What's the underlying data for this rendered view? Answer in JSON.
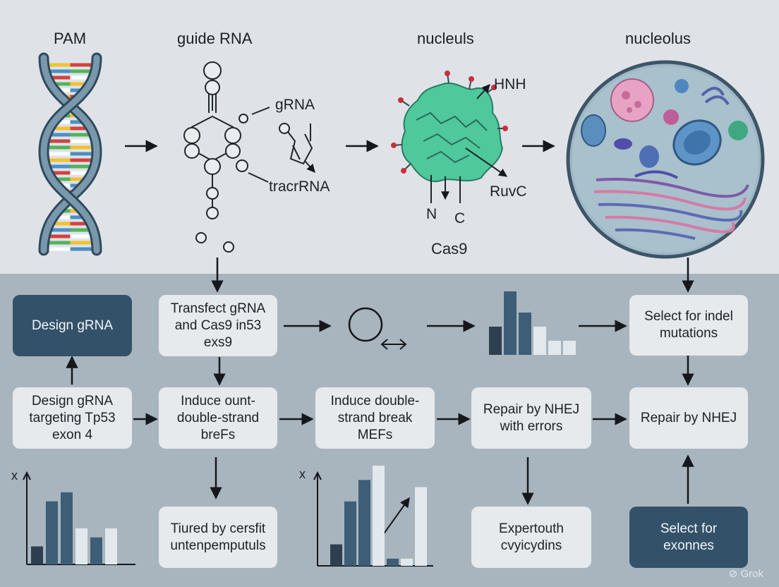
{
  "headers": {
    "pam": "PAM",
    "guide_rna": "guide RNA",
    "nucleus": "nucleuls",
    "nucleolus": "nucleolus"
  },
  "labels": {
    "grna": "gRNA",
    "tracrrna": "tracrRNA",
    "hnh": "HNH",
    "ruvc": "RuvC",
    "n": "N",
    "c": "C",
    "cas9": "Cas9"
  },
  "boxes": {
    "design_grna": "Design gRNA",
    "transfect": "Transfect gRNA\nand Cas9 in53\nexs9",
    "select_indel": "Select for indel\nmutations",
    "design_targeting": "Design gRNA\ntargeting Tp53\nexon 4",
    "induce_ount": "Induce ount-\ndouble-strand\nbreFs",
    "induce_break": "Induce double-\nstrand break\nMEFs",
    "repair_errors": "Repair by NHEJ\nwith errors",
    "repair_nhej": "Repair by NHEJ",
    "tured": "Tiured by cersfit\nuntenpemputuls",
    "expertouth": "Expertouth\ncvyicydins",
    "select_exonnes": "Select for\nexonnes"
  },
  "axis_labels": {
    "left": "x",
    "middle": "x"
  },
  "watermark": "Grok",
  "colors": {
    "dark_navy": "#2e3f4f",
    "steel_blue": "#3e5e77",
    "light_bar": "#e3e8ec",
    "cas9_green": "#4fc89c",
    "dark_box": "#33526a"
  },
  "chart_data": [
    {
      "type": "bar",
      "title": "",
      "values": [
        2,
        7,
        8,
        4,
        3,
        4
      ],
      "colors": [
        "#2e3f4f",
        "#3e5e77",
        "#3e5e77",
        "#e3e8ec",
        "#3e5e77",
        "#e3e8ec"
      ],
      "ylabel": "x"
    },
    {
      "type": "bar",
      "title": "",
      "values": [
        3,
        9,
        12,
        14,
        1,
        1,
        11
      ],
      "colors": [
        "#2e3f4f",
        "#3e5e77",
        "#3e5e77",
        "#e3e8ec",
        "#3e5e77",
        "#e3e8ec",
        "#e3e8ec"
      ],
      "ylabel": "x"
    },
    {
      "type": "bar",
      "title": "",
      "values": [
        4,
        9,
        6,
        4,
        2,
        2
      ],
      "colors": [
        "#2e3f4f",
        "#3e5e77",
        "#3e5e77",
        "#e3e8ec",
        "#e3e8ec",
        "#e3e8ec"
      ]
    }
  ]
}
